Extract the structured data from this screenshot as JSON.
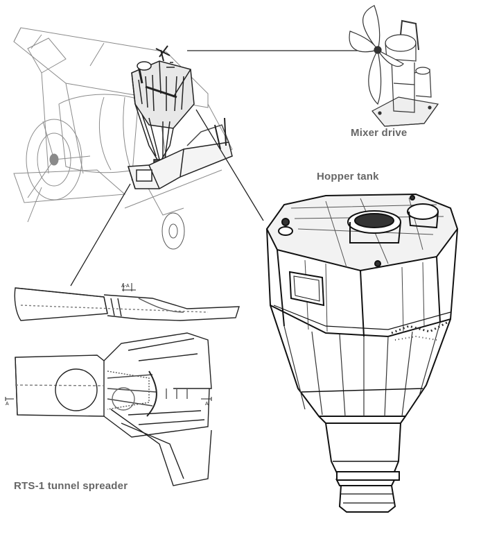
{
  "labels": {
    "mixer_drive": "Mixer drive",
    "hopper_tank": "Hopper tank",
    "rts_spreader": "RTS-1 tunnel spreader"
  },
  "section_marks": {
    "top": "A-A",
    "left": "A",
    "right": "A"
  },
  "colors": {
    "line": "#222222",
    "light_line": "#888888",
    "label": "#666666"
  }
}
